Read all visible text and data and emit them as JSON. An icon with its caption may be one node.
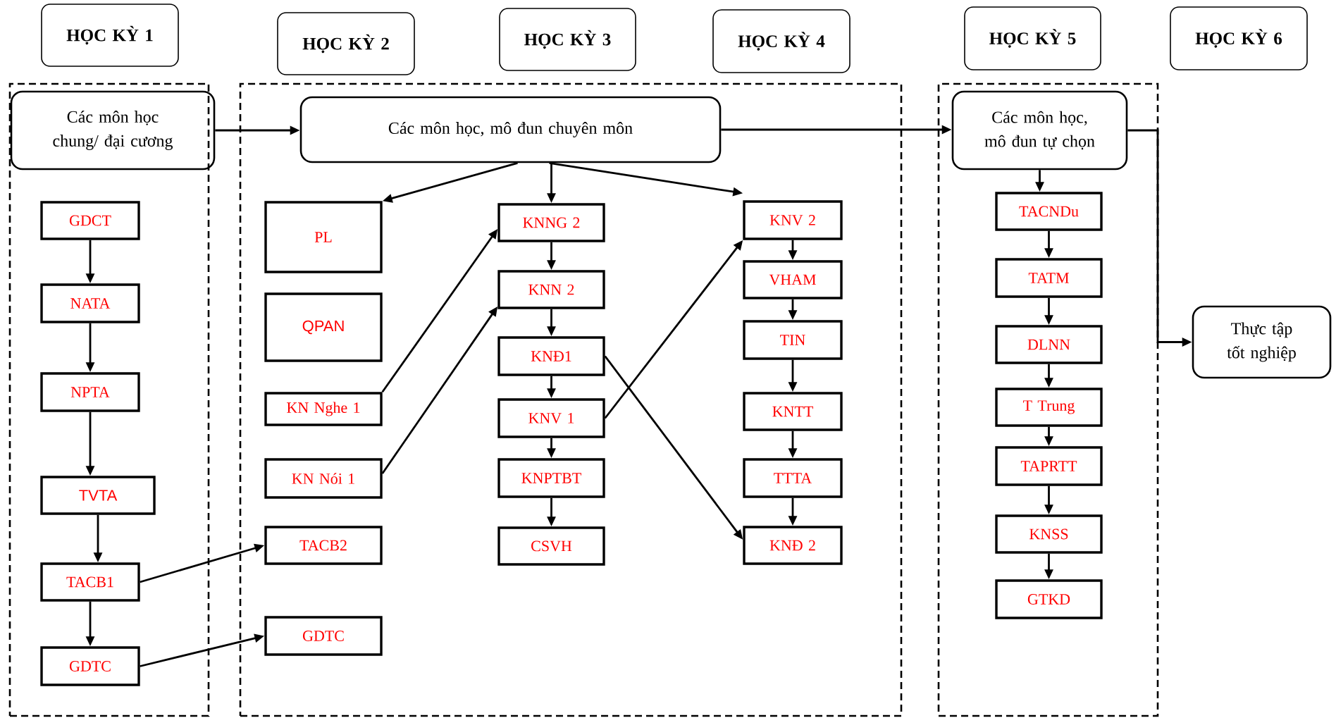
{
  "diagram": {
    "nodes": [
      {
        "text": [
          "HỌC KỲ 1"
        ]
      },
      {
        "text": [
          "HỌC KỲ 2"
        ]
      },
      {
        "text": [
          "HỌC KỲ 3"
        ]
      },
      {
        "text": [
          "HỌC KỲ 4"
        ]
      },
      {
        "text": [
          "HỌC KỲ 5"
        ]
      },
      {
        "text": [
          "HỌC KỲ 6"
        ]
      },
      {
        "text": [],
        "shape": "box"
      },
      {
        "text": [
          "Các môn học chung/ đại cương"
        ],
        "in": 6
      },
      {
        "text": [
          "GDCT"
        ],
        "in": 6
      },
      {
        "text": [
          "NATA"
        ],
        "in": 6
      },
      {
        "text": [
          "NPTA"
        ],
        "in": 6
      },
      {
        "text": [
          "TVTA"
        ],
        "in": 6
      },
      {
        "text": [
          "TACB1"
        ],
        "in": 6
      },
      {
        "text": [
          "GDTC"
        ],
        "in": 6
      },
      {
        "text": [],
        "shape": "box"
      },
      {
        "text": [
          "Các môn học, mô đun chuyên môn"
        ],
        "in": 14
      },
      {
        "text": [
          "PL"
        ],
        "in": 14
      },
      {
        "text": [
          "QPAN"
        ],
        "in": 14
      },
      {
        "text": [
          "KN Nghe 1"
        ],
        "in": 14
      },
      {
        "text": [
          "KN Nói 1"
        ],
        "in": 14
      },
      {
        "text": [
          "TACB2"
        ],
        "in": 14
      },
      {
        "text": [
          "GDTC"
        ],
        "in": 14
      },
      {
        "text": [
          "KNNG 2"
        ],
        "in": 14
      },
      {
        "text": [
          "KNN 2"
        ],
        "in": 14
      },
      {
        "text": [
          "KNĐ1"
        ],
        "in": 14
      },
      {
        "text": [
          "KNV 1"
        ],
        "in": 14
      },
      {
        "text": [
          "KNPTBT"
        ],
        "in": 14
      },
      {
        "text": [
          "CSVH"
        ],
        "in": 14
      },
      {
        "text": [
          "KNV 2"
        ],
        "in": 14
      },
      {
        "text": [
          "VHAM"
        ],
        "in": 14
      },
      {
        "text": [
          "TIN"
        ],
        "in": 14
      },
      {
        "text": [
          "KNTT"
        ],
        "in": 14
      },
      {
        "text": [
          "TTTA"
        ],
        "in": 14
      },
      {
        "text": [
          "KNĐ 2"
        ],
        "in": 14
      },
      {
        "text": [],
        "shape": "box"
      },
      {
        "text": [
          "Các môn học, mô đun tự chọn"
        ],
        "in": 34
      },
      {
        "text": [
          "TACNDu"
        ],
        "in": 34
      },
      {
        "text": [
          "TATM"
        ],
        "in": 34
      },
      {
        "text": [
          "DLNN"
        ],
        "in": 34
      },
      {
        "text": [
          "T Trung"
        ],
        "in": 34
      },
      {
        "text": [
          "TAPRTT"
        ],
        "in": 34
      },
      {
        "text": [
          "KNSS"
        ],
        "in": 34
      },
      {
        "text": [
          "GTKD"
        ],
        "in": 34
      },
      {
        "text": [
          "Thực tập tốt nghiệp"
        ]
      }
    ],
    "edges": [
      {
        "from": 7,
        "to": 15,
        "arrow": "to"
      },
      {
        "from": 15,
        "to": 35,
        "arrow": "to"
      },
      {
        "from": 35,
        "to": 43,
        "arrow": "to"
      },
      {
        "from": 8,
        "to": 9,
        "arrow": "to"
      },
      {
        "from": 9,
        "to": 10,
        "arrow": "to"
      },
      {
        "from": 10,
        "to": 11,
        "arrow": "to"
      },
      {
        "from": 11,
        "to": 12,
        "arrow": "to"
      },
      {
        "from": 12,
        "to": 13,
        "arrow": "to"
      },
      {
        "from": 12,
        "to": 20,
        "arrow": "to"
      },
      {
        "from": 13,
        "to": 21,
        "arrow": "to"
      },
      {
        "from": 15,
        "to": 16,
        "arrow": "to"
      },
      {
        "from": 15,
        "to": 22,
        "arrow": "to"
      },
      {
        "from": 15,
        "to": 28,
        "arrow": "to"
      },
      {
        "from": 18,
        "to": 22,
        "arrow": "to"
      },
      {
        "from": 19,
        "to": 23,
        "arrow": "to"
      },
      {
        "from": 22,
        "to": 23,
        "arrow": "to"
      },
      {
        "from": 23,
        "to": 24,
        "arrow": "to"
      },
      {
        "from": 24,
        "to": 25,
        "arrow": "to"
      },
      {
        "from": 25,
        "to": 26,
        "arrow": "to"
      },
      {
        "from": 26,
        "to": 27,
        "arrow": "to"
      },
      {
        "from": 24,
        "to": 33,
        "arrow": "to"
      },
      {
        "from": 25,
        "to": 28,
        "arrow": "to"
      },
      {
        "from": 28,
        "to": 29,
        "arrow": "to"
      },
      {
        "from": 29,
        "to": 30,
        "arrow": "to"
      },
      {
        "from": 30,
        "to": 31,
        "arrow": "to"
      },
      {
        "from": 31,
        "to": 32,
        "arrow": "to"
      },
      {
        "from": 32,
        "to": 33,
        "arrow": "to"
      },
      {
        "from": 35,
        "to": 36,
        "arrow": "to"
      },
      {
        "from": 36,
        "to": 37,
        "arrow": "to"
      },
      {
        "from": 37,
        "to": 38,
        "arrow": "to"
      },
      {
        "from": 38,
        "to": 39,
        "arrow": "to"
      },
      {
        "from": 39,
        "to": 40,
        "arrow": "to"
      },
      {
        "from": 40,
        "to": 41,
        "arrow": "to"
      },
      {
        "from": 41,
        "to": 42,
        "arrow": "to"
      }
    ]
  }
}
